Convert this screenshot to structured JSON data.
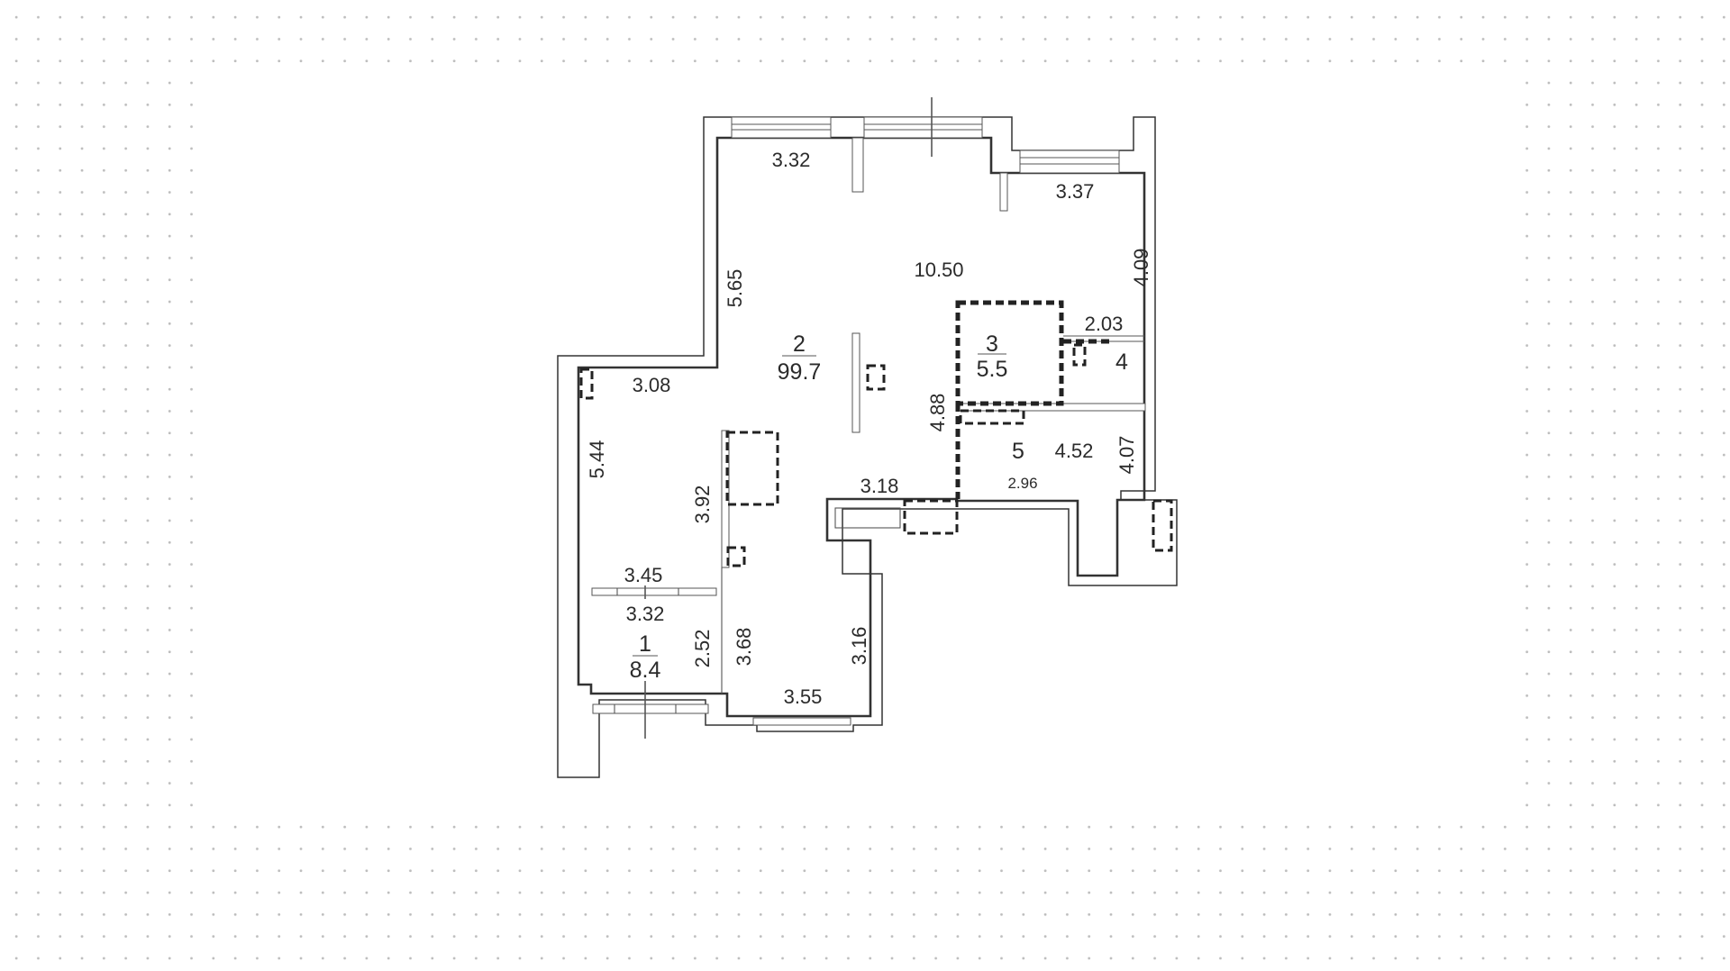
{
  "background": {
    "pattern": "dot-grid",
    "dot_color": "#bdbdbd"
  },
  "floorplan": {
    "rooms": [
      {
        "number": "1",
        "area": "8.4"
      },
      {
        "number": "2",
        "area": "99.7"
      },
      {
        "number": "3",
        "area": "5.5"
      },
      {
        "number": "4",
        "area": ""
      },
      {
        "number": "5",
        "area": ""
      }
    ],
    "dimensions": {
      "top_left_width": "3.32",
      "top_right_width": "3.37",
      "main_width": "10.50",
      "left_upper_height": "5.65",
      "right_upper_height": "4.09",
      "wing_width": "3.08",
      "wing_height": "5.44",
      "corridor_height": "4.88",
      "room4_width": "2.03",
      "room5_width": "4.52",
      "room5_height": "4.07",
      "room5_lower_width": "2.96",
      "kitchen_width": "3.18",
      "partition_height": "3.92",
      "balcony_top_width": "3.45",
      "balcony_inner_width": "3.32",
      "balcony_height": "2.52",
      "lower_room_left_height": "3.68",
      "lower_room_right_height": "3.16",
      "lower_room_width": "3.55"
    }
  }
}
